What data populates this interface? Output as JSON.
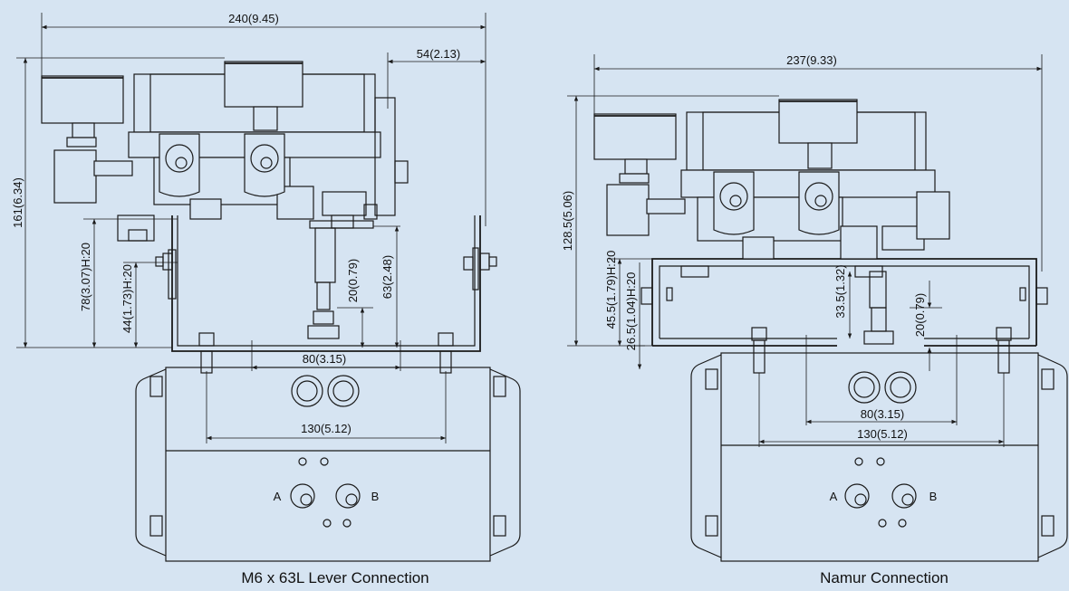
{
  "left": {
    "caption": "M6 x 63L Lever Connection",
    "dims": {
      "overall_width": "240(9.45)",
      "bracket_offset": "54(2.13)",
      "overall_height": "161(6.34)",
      "h78": "78(3.07)H:20",
      "h44": "44(1.73)H:20",
      "h20": "20(0.79)",
      "h63": "63(2.48)",
      "w80": "80(3.15)",
      "w130": "130(5.12)"
    },
    "port_a": "A",
    "port_b": "B"
  },
  "right": {
    "caption": "Namur Connection",
    "dims": {
      "overall_width": "237(9.33)",
      "overall_height": "128.5(5.06)",
      "h45": "45.5(1.79)H:20",
      "h26": "26.5(1.04)H:20",
      "h33": "33.5(1.32)",
      "h20": "20(0.79)",
      "w80": "80(3.15)",
      "w130": "130(5.12)"
    },
    "port_a": "A",
    "port_b": "B"
  }
}
